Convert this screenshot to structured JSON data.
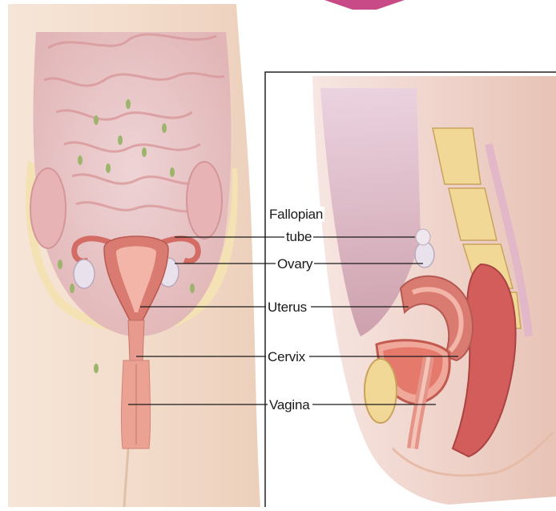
{
  "labels": {
    "fallopian_line1": "Fallopian",
    "fallopian_line2": "tube",
    "ovary": "Ovary",
    "uterus": "Uterus",
    "cervix": "Cervix",
    "vagina": "Vagina"
  },
  "colors": {
    "skin": "#f3dccb",
    "skin_shadow": "#e7c2aa",
    "intestine": "#e6b2b0",
    "uterus": "#d97b70",
    "uterus_inner": "#f3b5a8",
    "ovary": "#e9e2ec",
    "bone": "#f1d897",
    "pelvis_rim": "#f4e2b4",
    "accent_tab": "#c84a86"
  }
}
